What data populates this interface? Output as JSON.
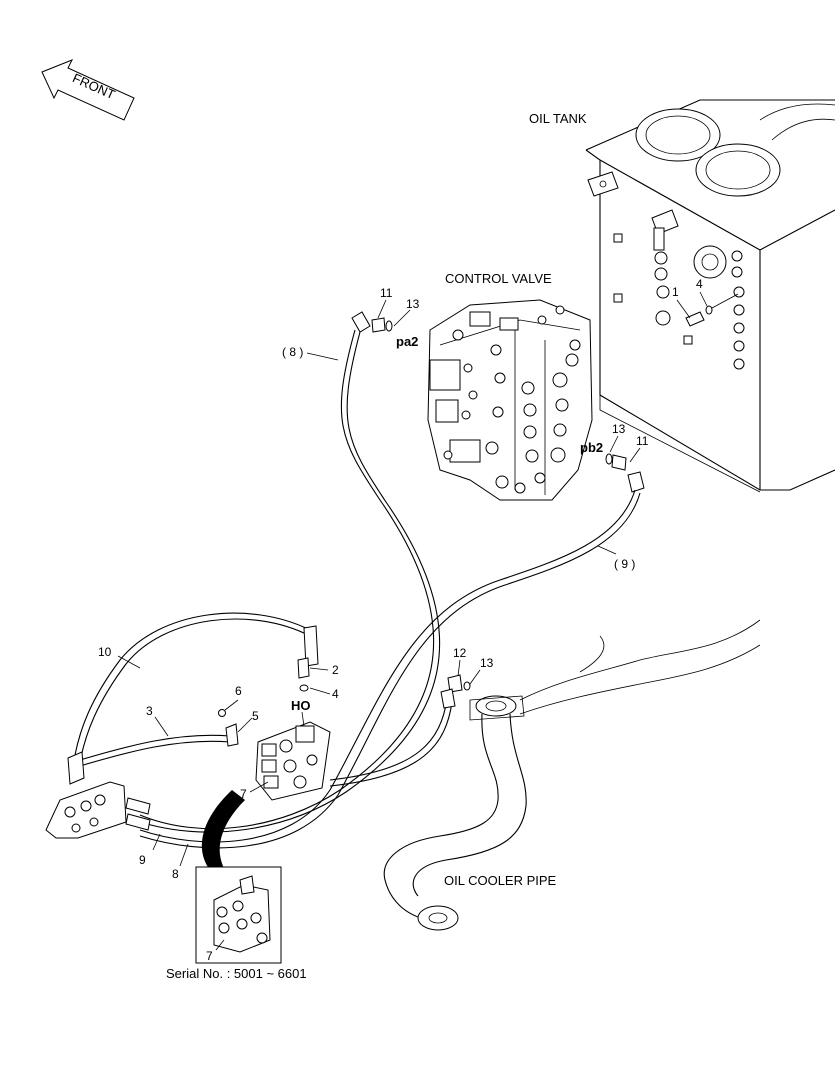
{
  "labels": {
    "front": "FRONT",
    "oil_tank": "OIL TANK",
    "control_valve": "CONTROL VALVE",
    "oil_cooler_pipe": "OIL COOLER PIPE",
    "serial": "Serial No. : 5001 ~ 6601",
    "port_pa2": "pa2",
    "port_pb2": "pb2",
    "port_ho": "HO"
  },
  "callouts": {
    "c1": "1",
    "c2": "2",
    "c3": "3",
    "c4_tank": "4",
    "c4": "4",
    "c5": "5",
    "c6": "6",
    "c7": "7",
    "c7_inset": "7",
    "c8_ref": "( 8 )",
    "c8": "8",
    "c9_ref": "( 9 )",
    "c9": "9",
    "c10": "10",
    "c11_top": "11",
    "c11_right": "11",
    "c12": "12",
    "c13_top": "13",
    "c13_right": "13",
    "c13_lower": "13"
  }
}
